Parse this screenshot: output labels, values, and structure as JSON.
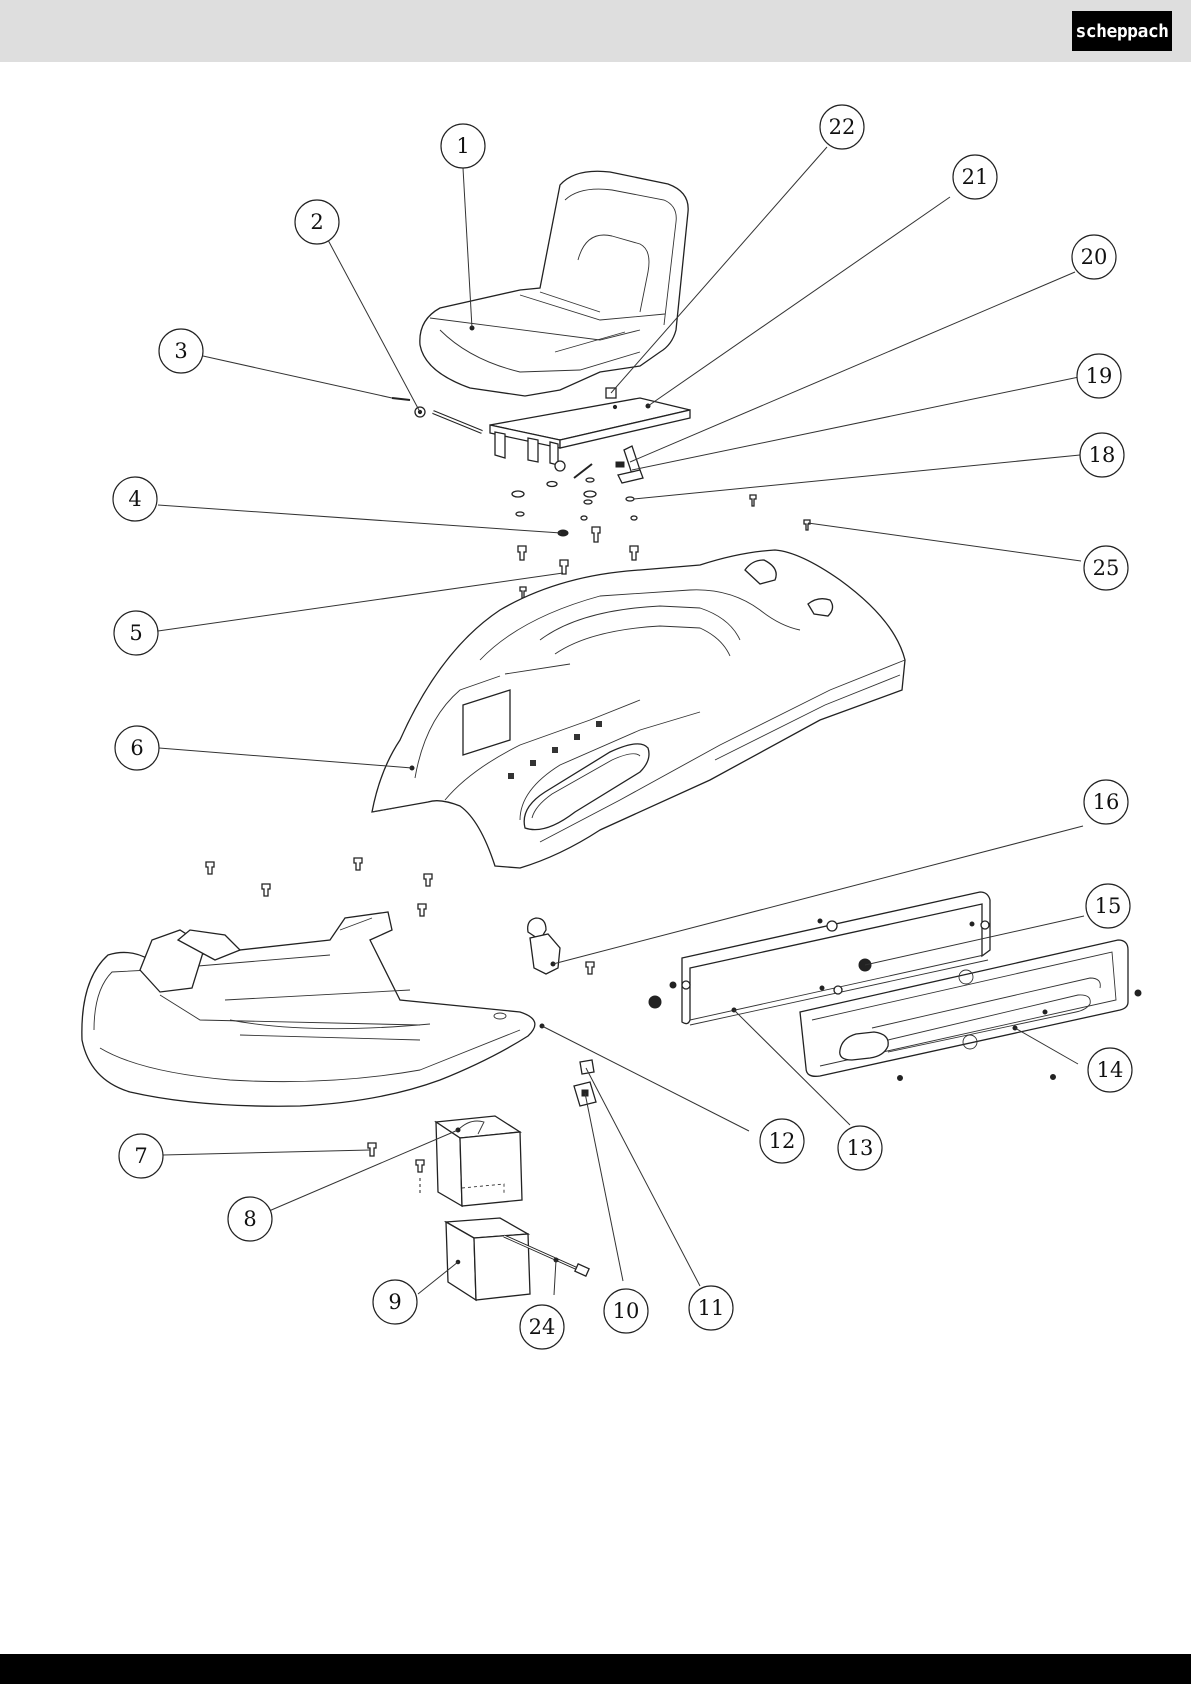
{
  "header": {
    "logo_text": "scheppach"
  },
  "colors": {
    "header_bg": "#dedede",
    "footer_bg": "#000000",
    "line": "#222222"
  },
  "callouts": [
    {
      "id": "c1",
      "label": "1",
      "part": "seat"
    },
    {
      "id": "c2",
      "label": "2",
      "part": "seat-pin"
    },
    {
      "id": "c3",
      "label": "3",
      "part": "cotter-pin"
    },
    {
      "id": "c4",
      "label": "4",
      "part": "nut"
    },
    {
      "id": "c5",
      "label": "5",
      "part": "bolt"
    },
    {
      "id": "c6",
      "label": "6",
      "part": "body-cover"
    },
    {
      "id": "c7",
      "label": "7",
      "part": "screw"
    },
    {
      "id": "c8",
      "label": "8",
      "part": "battery-box"
    },
    {
      "id": "c9",
      "label": "9",
      "part": "battery"
    },
    {
      "id": "c10",
      "label": "10",
      "part": "switch"
    },
    {
      "id": "c11",
      "label": "11",
      "part": "switch-cap"
    },
    {
      "id": "c12",
      "label": "12",
      "part": "footboard"
    },
    {
      "id": "c13",
      "label": "13",
      "part": "frame-bracket"
    },
    {
      "id": "c14",
      "label": "14",
      "part": "side-panel"
    },
    {
      "id": "c15",
      "label": "15",
      "part": "nut"
    },
    {
      "id": "c16",
      "label": "16",
      "part": "ignition-switch"
    },
    {
      "id": "c18",
      "label": "18",
      "part": "washer"
    },
    {
      "id": "c19",
      "label": "19",
      "part": "bracket"
    },
    {
      "id": "c20",
      "label": "20",
      "part": "spring-pin"
    },
    {
      "id": "c21",
      "label": "21",
      "part": "seat-plate"
    },
    {
      "id": "c22",
      "label": "22",
      "part": "seat-switch"
    },
    {
      "id": "c24",
      "label": "24",
      "part": "cable"
    },
    {
      "id": "c25",
      "label": "25",
      "part": "screw"
    }
  ]
}
